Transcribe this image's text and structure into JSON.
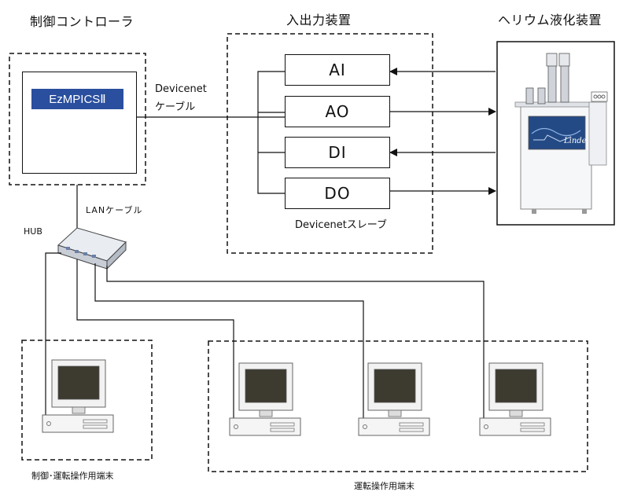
{
  "controller": {
    "title": "制御コントローラ",
    "product_label": "EzMPICSⅡ"
  },
  "io_device": {
    "title": "入出力装置",
    "modules": [
      "AI",
      "AO",
      "DI",
      "DO"
    ],
    "slave_label": "Devicenetスレーブ"
  },
  "helium": {
    "title": "ヘリウム液化装置",
    "brand": "Linde"
  },
  "cables": {
    "devicenet_line1": "Devicenet",
    "devicenet_line2": "ケーブル",
    "lan": "LANケーブル"
  },
  "hub": {
    "label": "HUB"
  },
  "terminals": {
    "control_label": "制御･運転操作用端末",
    "operation_label": "運転操作用端末"
  },
  "colors": {
    "badge": "#2a4f9e",
    "line": "#111111"
  }
}
